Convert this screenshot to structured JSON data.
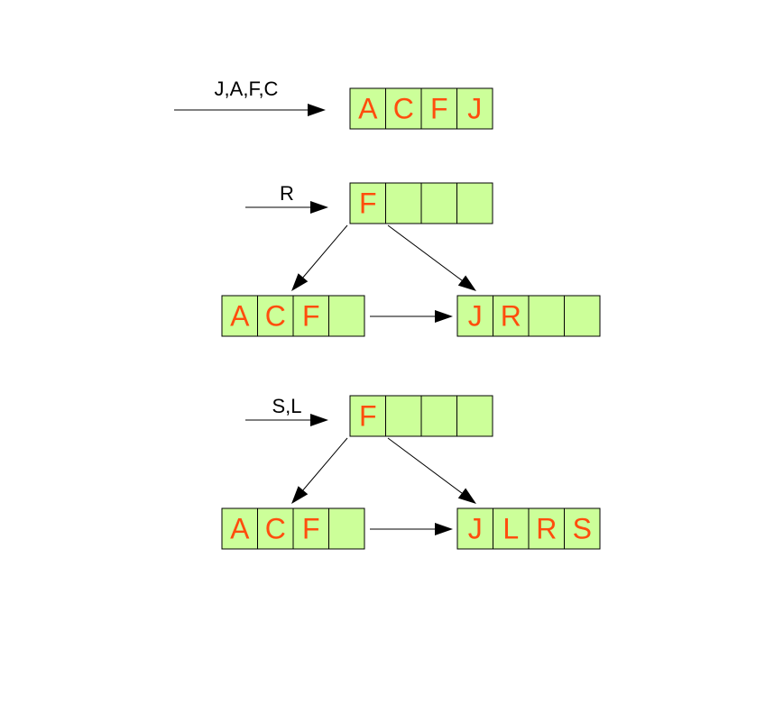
{
  "steps": [
    {
      "insert_label": "J,A,F,C",
      "root": [
        "A",
        "C",
        "F",
        "J"
      ]
    },
    {
      "insert_label": "R",
      "root": [
        "F",
        "",
        "",
        ""
      ],
      "left_leaf": [
        "A",
        "C",
        "F",
        ""
      ],
      "right_leaf": [
        "J",
        "R",
        "",
        ""
      ]
    },
    {
      "insert_label": "S,L",
      "root": [
        "F",
        "",
        "",
        ""
      ],
      "left_leaf": [
        "A",
        "C",
        "F",
        ""
      ],
      "right_leaf": [
        "J",
        "L",
        "R",
        "S"
      ]
    }
  ],
  "colors": {
    "node_fill": "#ccff99",
    "key_text": "#ff4d0d",
    "line": "#000000"
  }
}
